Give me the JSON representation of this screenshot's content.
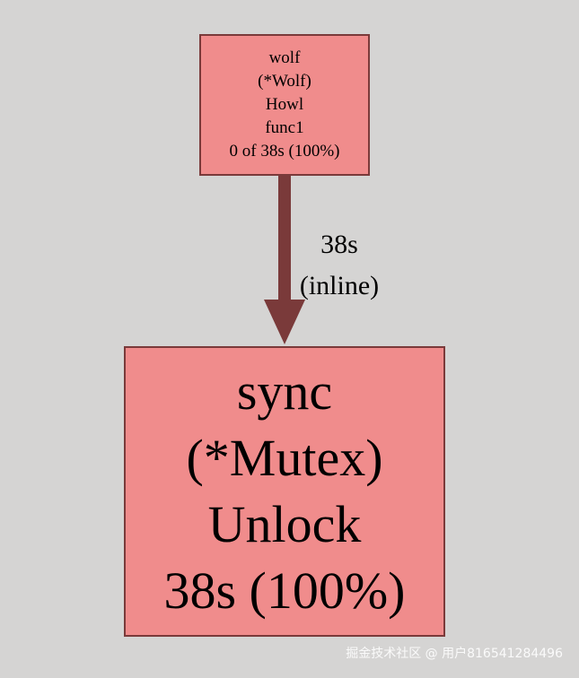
{
  "graph": {
    "caller_node": {
      "package": "wolf",
      "receiver": "(*Wolf)",
      "method": "Howl",
      "closure": "func1",
      "cost": "0 of 38s (100%)"
    },
    "edge": {
      "weight": "38s",
      "kind": "(inline)"
    },
    "callee_node": {
      "package": "sync",
      "receiver": "(*Mutex)",
      "method": "Unlock",
      "cost": "38s (100%)"
    }
  },
  "colors": {
    "background": "#d5d4d3",
    "node_fill": "#f08c8c",
    "node_border": "#7a3a3a",
    "edge": "#7a3a3a"
  },
  "watermark": "掘金技术社区 @ 用户816541284496"
}
